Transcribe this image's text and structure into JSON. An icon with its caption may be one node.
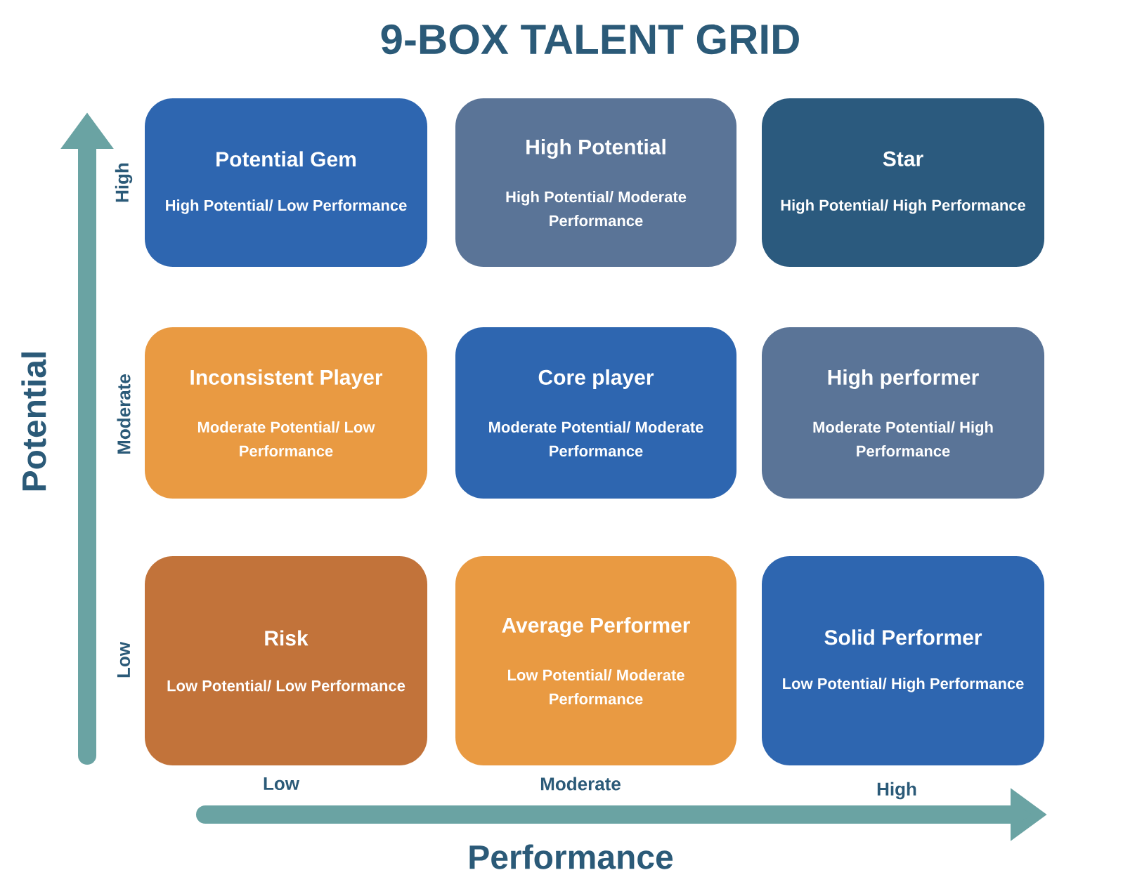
{
  "diagram": {
    "title": "9-BOX TALENT GRID",
    "nodes": [
      {
        "text": [
          "Potential Gem",
          "High Potential/ Low Performance"
        ]
      },
      {
        "text": [
          "High Potential",
          "High Potential/ Moderate Performance"
        ]
      },
      {
        "text": [
          "Star",
          "High Potential/ High Performance"
        ]
      },
      {
        "text": [
          "Inconsistent Player",
          "Moderate Potential/ Low Performance"
        ]
      },
      {
        "text": [
          "Core player",
          "Moderate Potential/ Moderate Performance"
        ]
      },
      {
        "text": [
          "High performer",
          "Moderate Potential/ High Performance"
        ]
      },
      {
        "text": [
          "Risk",
          "Low Potential/ Low Performance"
        ]
      },
      {
        "text": [
          "Average Performer",
          "Low Potential/ Moderate Performance"
        ]
      },
      {
        "text": [
          "Solid Performer",
          "Low Potential/ High Performance"
        ]
      }
    ],
    "labels": [
      "Potential",
      "High",
      "Moderate",
      "Low",
      "Low",
      "Moderate",
      "High",
      "Performance"
    ]
  }
}
